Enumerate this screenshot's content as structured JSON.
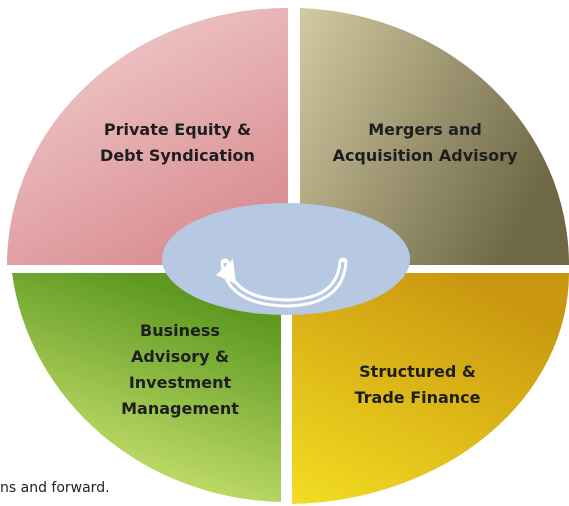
{
  "diagram": {
    "quadrants": [
      {
        "id": "tl",
        "lines": [
          "Private Equity &",
          "Debt Syndication"
        ],
        "color_light": "#f4d4d4",
        "color_dark": "#d98e92"
      },
      {
        "id": "tr",
        "lines": [
          "Mergers and",
          "Acquisition Advisory"
        ],
        "color_light": "#d2caa2",
        "color_dark": "#6f6846"
      },
      {
        "id": "bl",
        "lines": [
          "Business",
          "Advisory &",
          "Investment",
          "Management"
        ],
        "color_light": "#e2f280",
        "color_dark": "#5e9a22"
      },
      {
        "id": "br",
        "lines": [
          "Structured &",
          "Trade Finance"
        ],
        "color_light": "#f3dd22",
        "color_dark": "#c99710"
      }
    ],
    "center_color": "#b7c8e2",
    "cycle_arrow_icon": "circular-arrow-icon"
  },
  "footer": {
    "fragment": "ns and forward."
  }
}
